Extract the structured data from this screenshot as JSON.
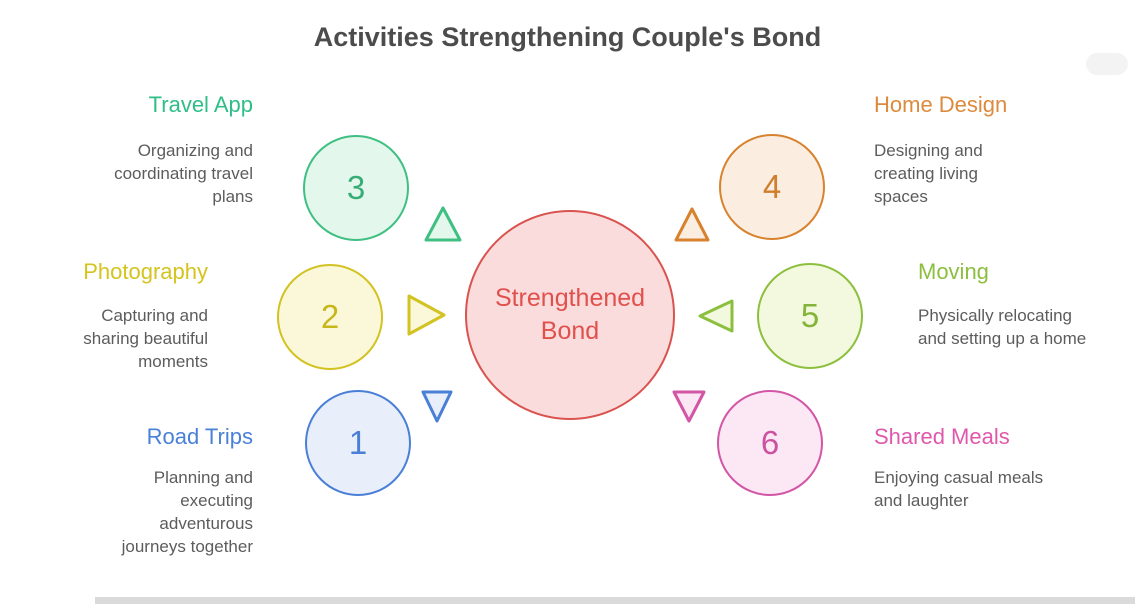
{
  "title": "Activities Strengthening Couple's Bond",
  "title_color": "#4c4c4c",
  "center": {
    "label": "Strengthened Bond",
    "border_color": "#d9534f",
    "fill_color": "#fbdcdc",
    "text_color": "#e0514d"
  },
  "items": [
    {
      "number": "1",
      "name": "Road Trips",
      "description": "Planning and executing adventurous journeys together",
      "accent_color": "#4a7fd6",
      "fill_color": "#e8effb",
      "arrow_direction": "down",
      "side": "left"
    },
    {
      "number": "2",
      "name": "Photography",
      "description": "Capturing and sharing beautiful moments",
      "accent_color": "#d2c222",
      "fill_color": "#fbf8da",
      "arrow_direction": "right",
      "side": "left"
    },
    {
      "number": "3",
      "name": "Travel App",
      "description": "Organizing and coordinating travel plans",
      "accent_color": "#3fbf82",
      "fill_color": "#e3f7ec",
      "arrow_direction": "up",
      "side": "left"
    },
    {
      "number": "4",
      "name": "Home Design",
      "description": "Designing and creating living spaces",
      "accent_color": "#d8822e",
      "fill_color": "#fbeee1",
      "arrow_direction": "up",
      "side": "right"
    },
    {
      "number": "5",
      "name": "Moving",
      "description": "Physically relocating and setting up a home",
      "accent_color": "#8dbf3f",
      "fill_color": "#f3f9de",
      "arrow_direction": "left",
      "side": "right"
    },
    {
      "number": "6",
      "name": "Shared Meals",
      "description": "Enjoying casual meals and laughter",
      "accent_color": "#d355a6",
      "fill_color": "#fce7f4",
      "arrow_direction": "down",
      "side": "right"
    }
  ]
}
